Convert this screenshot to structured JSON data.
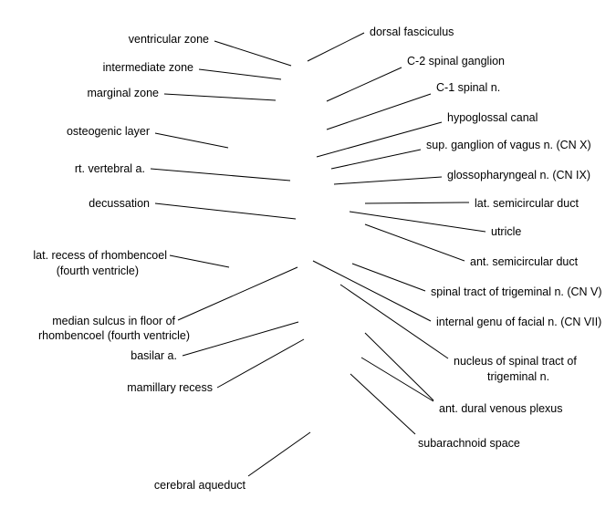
{
  "labels": {
    "ventricular_zone": "ventricular zone",
    "intermediate_zone": "intermediate zone",
    "marginal_zone": "marginal zone",
    "osteogenic_layer": "osteogenic layer",
    "rt_vertebral_a": "rt. vertebral a.",
    "decussation": "decussation",
    "lat_recess_line1": "lat. recess of rhombencoel",
    "lat_recess_line2": "(fourth ventricle)",
    "median_sulcus_line1": "median sulcus in floor of",
    "median_sulcus_line2": "rhombencoel (fourth ventricle)",
    "basilar_a": "basilar a.",
    "mamillary_recess": "mamillary recess",
    "cerebral_aqueduct": "cerebral aqueduct",
    "dorsal_fasciculus": "dorsal fasciculus",
    "c2_spinal_ganglion": "C-2 spinal ganglion",
    "c1_spinal_n": "C-1 spinal n.",
    "hypoglossal_canal": "hypoglossal canal",
    "sup_ganglion_vagus": "sup. ganglion of vagus n. (CN X)",
    "glossopharyngeal_n": "glossopharyngeal n. (CN IX)",
    "lat_semicircular_duct": "lat. semicircular duct",
    "utricle": "utricle",
    "ant_semicircular_duct": "ant. semicircular duct",
    "spinal_tract_trigeminal": "spinal tract of trigeminal n. (CN V)",
    "internal_genu_facial": "internal genu of facial n. (CN VII)",
    "nucleus_spinal_tract_line1": "nucleus of spinal tract of",
    "nucleus_spinal_tract_line2": "trigeminal n.",
    "ant_dural_venous_plexus": "ant. dural venous plexus",
    "subarachnoid_space": "subarachnoid space"
  }
}
